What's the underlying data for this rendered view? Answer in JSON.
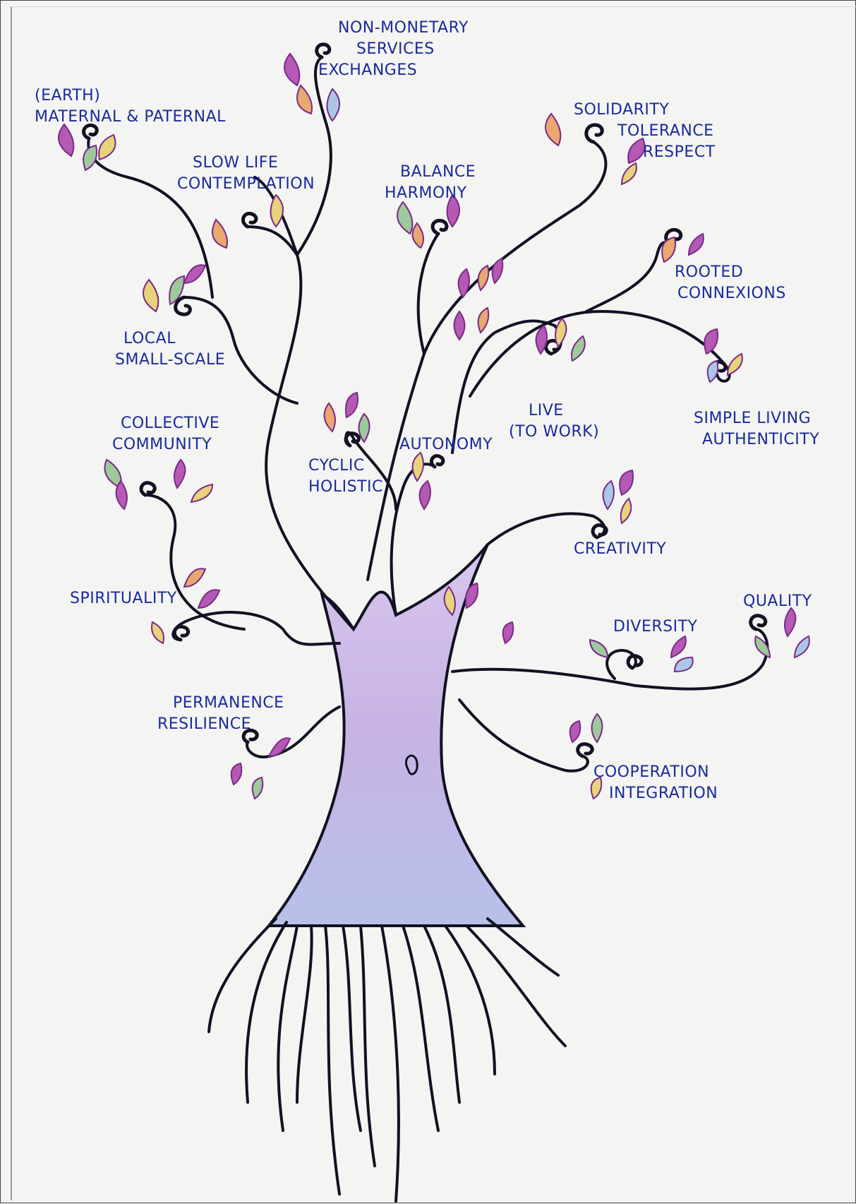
{
  "colors": {
    "paper": "#f4f4f2",
    "ink": "#111122",
    "label_ink": "#1a2a9a",
    "trunk_fill": "#c9b6e3",
    "leaf_purple": "#b45ab4",
    "leaf_green": "#9ec99a",
    "leaf_yellow": "#e8d27a",
    "leaf_blue": "#a9c8e6",
    "leaf_orange": "#e8a870"
  },
  "labels": {
    "earth": [
      "(EARTH)",
      "MATERNAL & PATERNAL"
    ],
    "non_monetary": [
      "NON-MONETARY",
      "SERVICES",
      "EXCHANGES"
    ],
    "solidarity": [
      "SOLIDARITY",
      "TOLERANCE",
      "RESPECT"
    ],
    "slow_life": [
      "SLOW LIFE",
      "CONTEMPLATION"
    ],
    "balance": [
      "BALANCE",
      "HARMONY"
    ],
    "rooted": [
      "ROOTED",
      "CONNEXIONS"
    ],
    "local": [
      "LOCAL",
      "SMALL-SCALE"
    ],
    "live": [
      "LIVE",
      "(TO WORK)"
    ],
    "simple_living": [
      "SIMPLE LIVING",
      "AUTHENTICITY"
    ],
    "collective": [
      "COLLECTIVE",
      "COMMUNITY"
    ],
    "cyclic": [
      "CYCLIC",
      "HOLISTIC"
    ],
    "autonomy": [
      "AUTONOMY"
    ],
    "creativity": [
      "CREATIVITY"
    ],
    "spirituality": [
      "SPIRITUALITY"
    ],
    "quality": [
      "QUALITY"
    ],
    "diversity": [
      "DIVERSITY"
    ],
    "permanence": [
      "PERMANENCE",
      "RESILIENCE"
    ],
    "cooperation": [
      "COOPERATION",
      "INTEGRATION"
    ]
  }
}
